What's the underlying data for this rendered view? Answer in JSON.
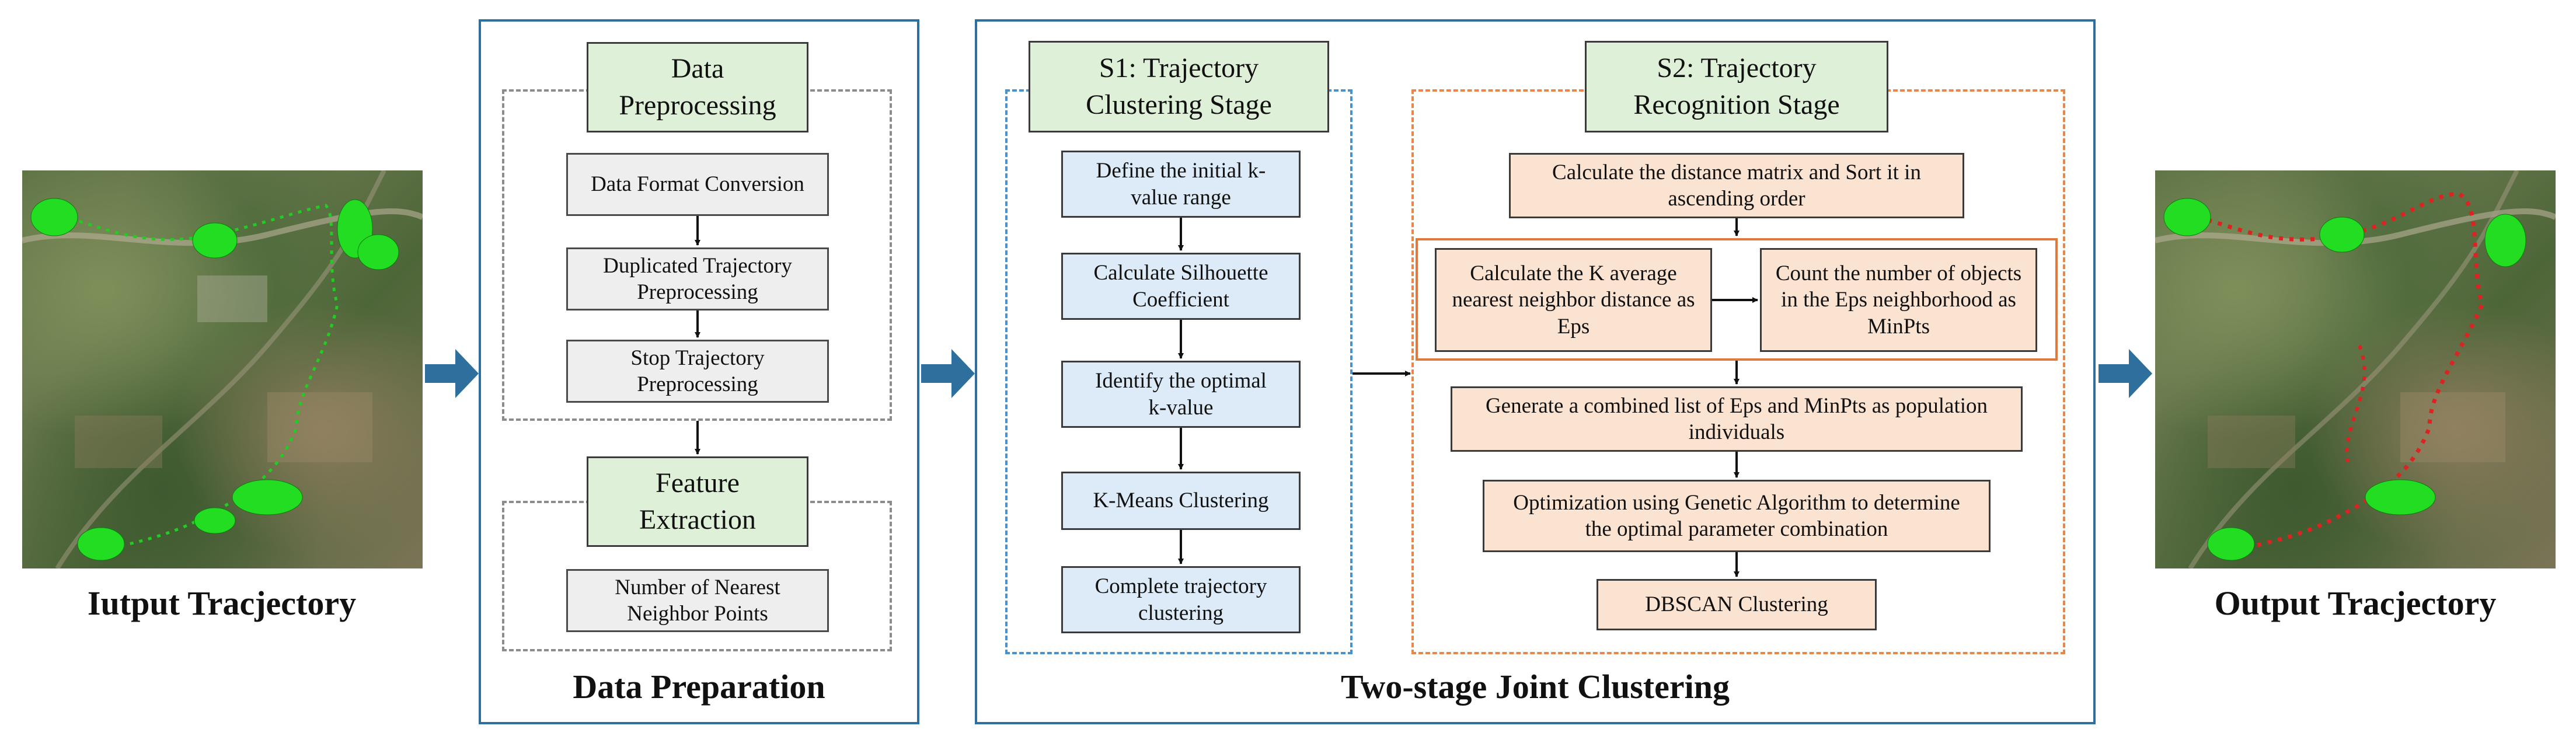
{
  "left_image": {
    "caption": "Iutput Tracjectory"
  },
  "right_image": {
    "caption": "Output Tracjectory"
  },
  "data_preparation": {
    "title": "Data Preparation",
    "preprocessing_header": "Data Preprocessing",
    "preprocessing_steps": [
      "Data Format Conversion",
      "Duplicated Trajectory Preprocessing",
      "Stop Trajectory Preprocessing"
    ],
    "feature_header": "Feature Extraction",
    "feature_steps": [
      "Number of Nearest Neighbor Points"
    ]
  },
  "joint_clustering": {
    "title": "Two-stage Joint Clustering",
    "s1": {
      "header": "S1: Trajectory Clustering Stage",
      "steps": [
        "Define the initial k-value range",
        "Calculate Silhouette Coefficient",
        "Identify the optimal k-value",
        "K-Means Clustering",
        "Complete trajectory clustering"
      ]
    },
    "s2": {
      "header": "S2: Trajectory Recognition Stage",
      "step_sort": "Calculate the distance matrix and Sort it in ascending order",
      "step_eps": "Calculate the K average nearest neighbor distance as Eps",
      "step_minpts": "Count the number of objects in the Eps neighborhood as MinPts",
      "step_list": "Generate a combined list of Eps and MinPts as population individuals",
      "step_ga": "Optimization using Genetic Algorithm to determine the optimal parameter combination",
      "step_dbscan": "DBSCAN Clustering"
    }
  },
  "colors": {
    "panel_border": "#2e6f9e",
    "block_arrow": "#2e6f9e",
    "gray_box": "#eeeeee",
    "blue_box": "#dcebf7",
    "peach_box": "#fbe3d2",
    "green_header": "#dff0d8",
    "s1_dash": "#4a92cc",
    "s2_dash": "#e8874a",
    "s2_inner_border": "#e07a3c",
    "trajectory_input": "#22cc22",
    "trajectory_output_noise": "#dd2222"
  }
}
